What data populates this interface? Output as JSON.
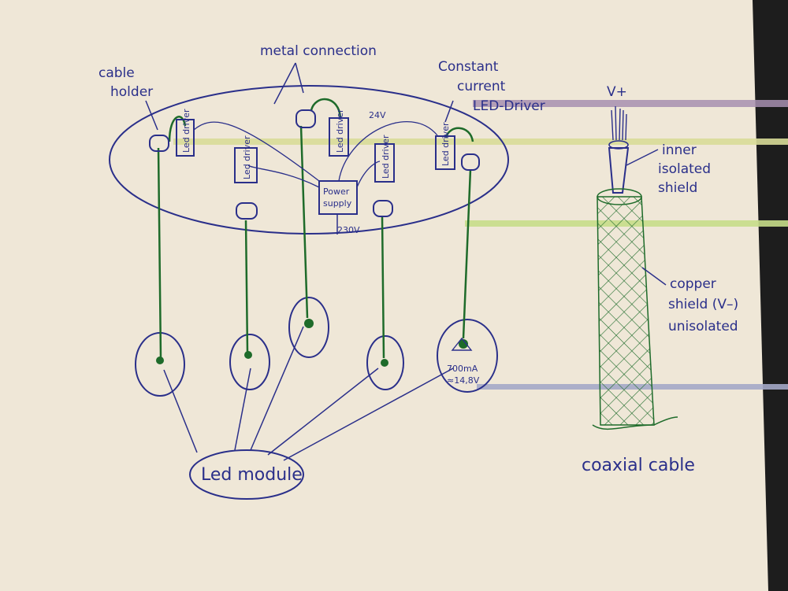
{
  "labels": {
    "cable_holder_1": "cable",
    "cable_holder_2": "holder",
    "metal_connection": "metal connection",
    "constant_1": "Constant",
    "constant_2": "current",
    "constant_3": "LED-Driver",
    "voltage_24": "24V",
    "voltage_230": "230V",
    "power_supply_1": "Power",
    "power_supply_2": "supply",
    "driver_text": "Led driver",
    "led_module": "Led module",
    "spec_current": "700mA",
    "spec_voltage": "≈14,8V",
    "v_plus": "V+",
    "inner_1": "inner",
    "inner_2": "isolated",
    "inner_3": "shield",
    "copper_1": "copper",
    "copper_2": "shield (V–)",
    "copper_3": "unisolated",
    "coaxial": "coaxial cable"
  },
  "colors": {
    "paper": "#efe7d7",
    "ink_blue": "#2a2f8a",
    "ink_green": "#1e6b2a"
  }
}
